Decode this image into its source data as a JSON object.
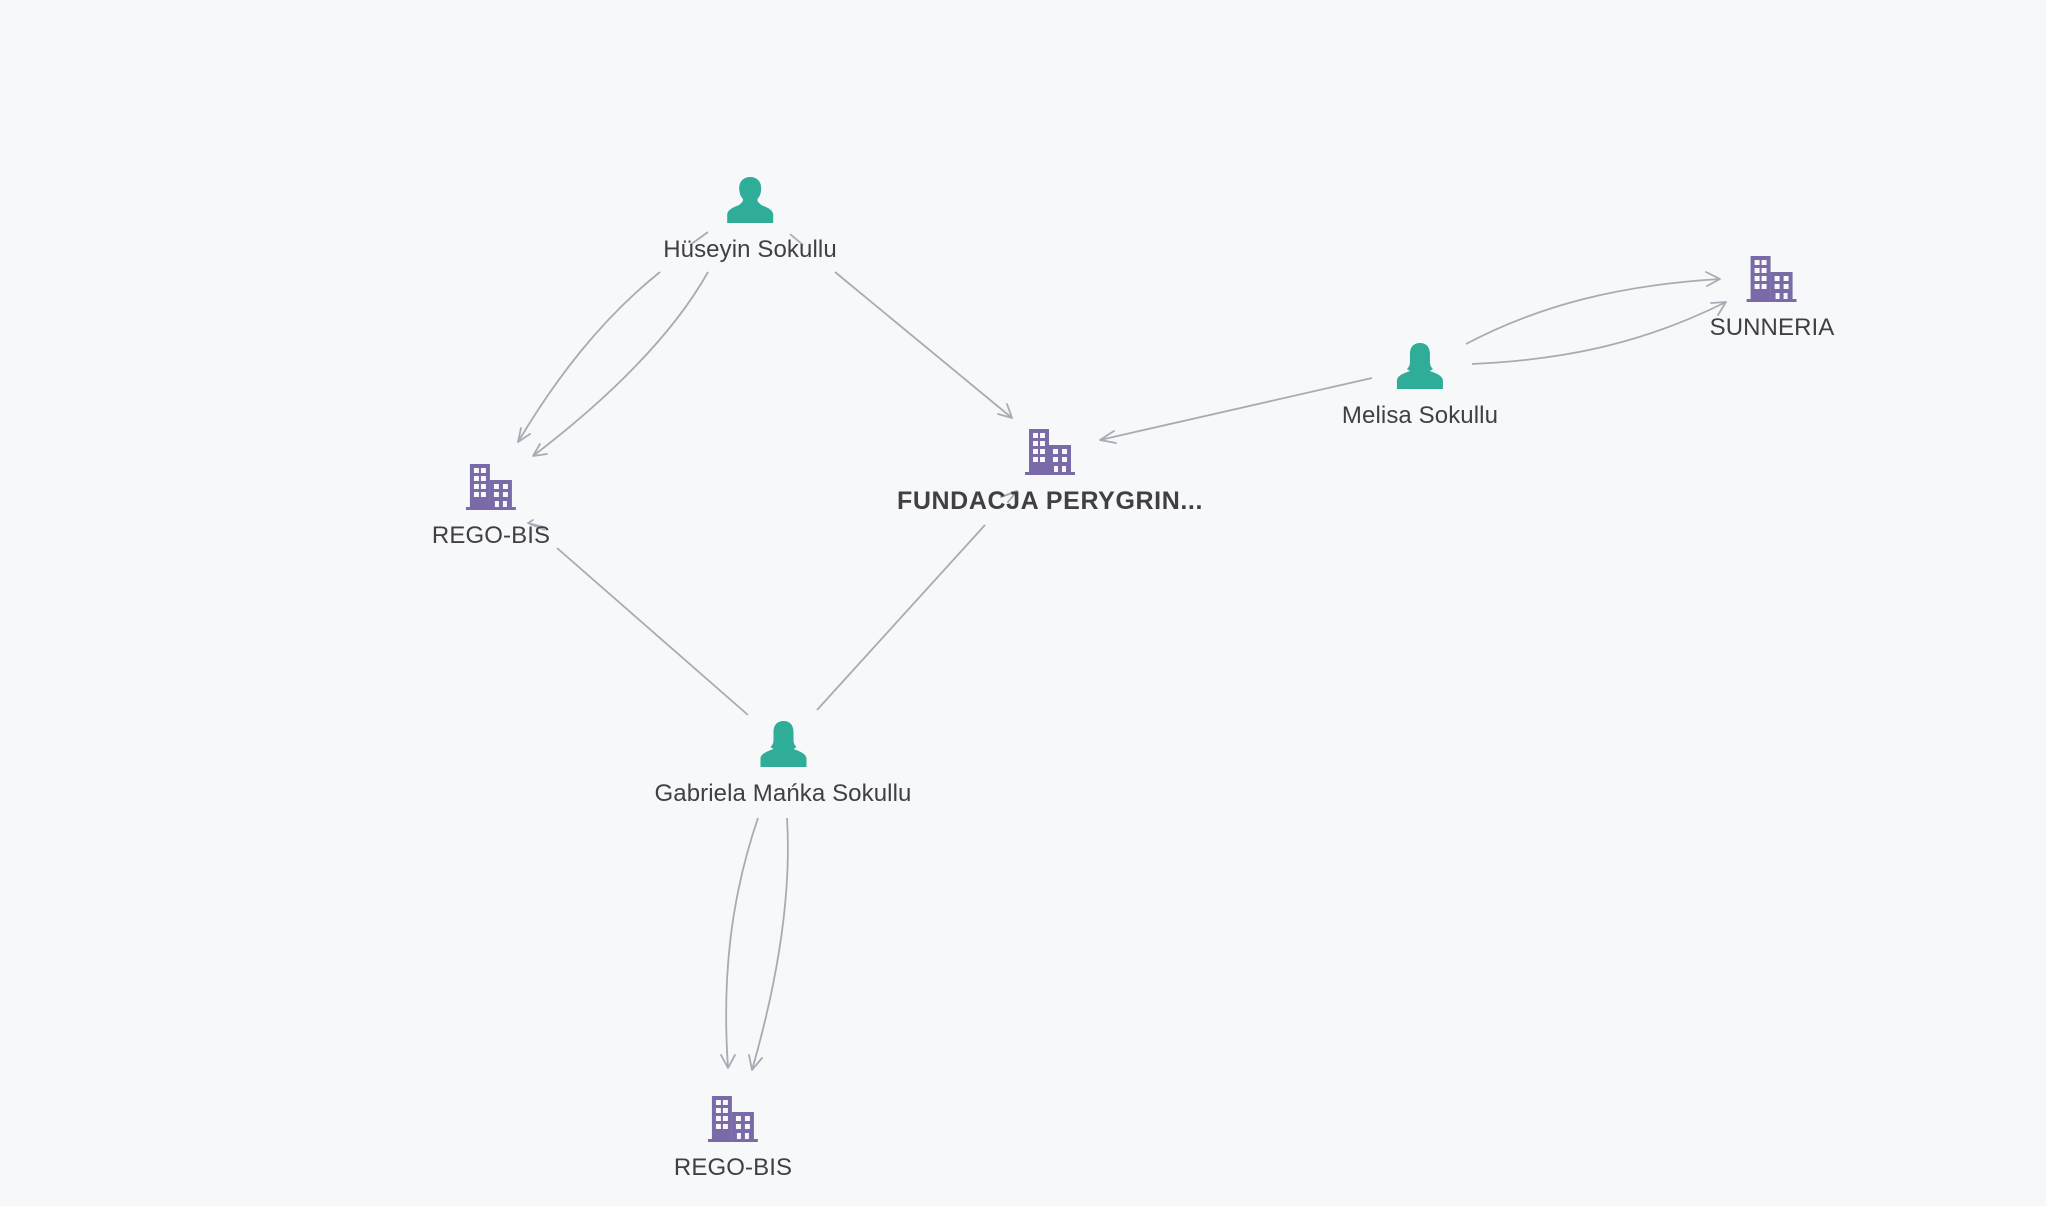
{
  "graph": {
    "nodes": {
      "huseyin": {
        "label": "Hüseyin Sokullu",
        "type": "person",
        "icon": "person-male-icon"
      },
      "melisa": {
        "label": "Melisa Sokullu",
        "type": "person",
        "icon": "person-female-icon"
      },
      "gabriela": {
        "label": "Gabriela Mańka Sokullu",
        "type": "person",
        "icon": "person-female-icon"
      },
      "rego_bis_1": {
        "label": "REGO-BIS",
        "type": "company",
        "icon": "building-icon"
      },
      "fundacja": {
        "label": "FUNDACJA PERYGRIN...",
        "type": "company",
        "icon": "building-icon",
        "highlighted": true
      },
      "sunneria": {
        "label": "SUNNERIA",
        "type": "company",
        "icon": "building-icon"
      },
      "rego_bis_2": {
        "label": "REGO-BIS",
        "type": "company",
        "icon": "building-icon"
      }
    },
    "edges": [
      {
        "from": "huseyin",
        "to": "rego_bis_1"
      },
      {
        "from": "huseyin",
        "to": "rego_bis_1"
      },
      {
        "from": "huseyin",
        "to": "fundacja"
      },
      {
        "from": "melisa",
        "to": "fundacja"
      },
      {
        "from": "melisa",
        "to": "sunneria"
      },
      {
        "from": "melisa",
        "to": "sunneria"
      },
      {
        "from": "gabriela",
        "to": "rego_bis_1"
      },
      {
        "from": "gabriela",
        "to": "fundacja"
      },
      {
        "from": "gabriela",
        "to": "rego_bis_2"
      },
      {
        "from": "gabriela",
        "to": "rego_bis_2"
      }
    ]
  },
  "colors": {
    "person": "#2fad98",
    "company": "#7a6aa8",
    "edge": "#a9aab5",
    "background": "#f7f8fa",
    "label": "#3f3f45"
  }
}
